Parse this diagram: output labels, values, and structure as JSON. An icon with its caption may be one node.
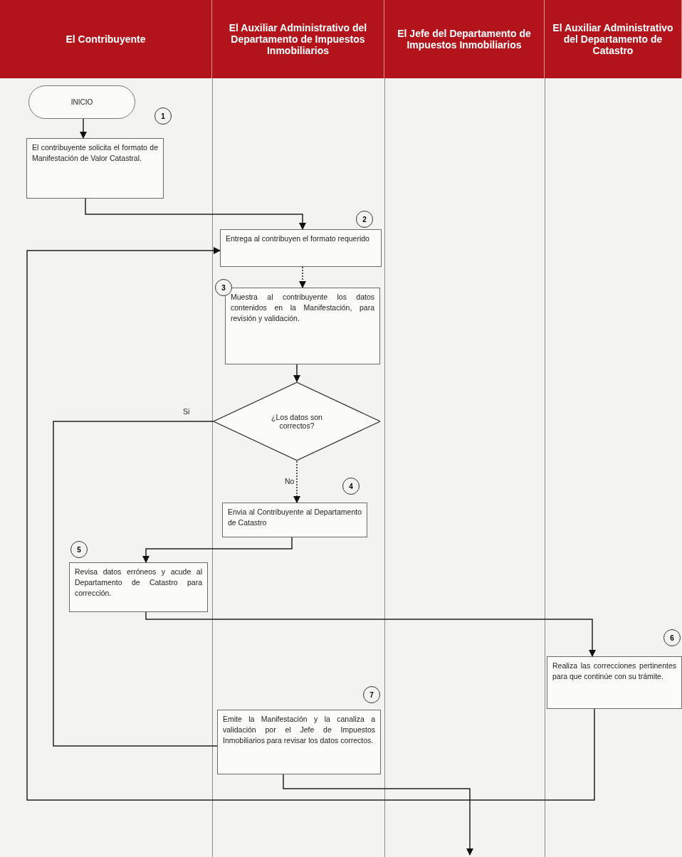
{
  "diagram": {
    "nodes": [
      {
        "text": [
          "El Contribuyente"
        ]
      },
      {
        "text": [
          "El Auxiliar Administrativo del Departamento de Impuestos Inmobiliarios"
        ]
      },
      {
        "text": [
          "El Jefe del Departamento de Impuestos Inmobiliarios"
        ]
      },
      {
        "text": [
          "El Auxiliar Administrativo del Departamento de Catastro"
        ]
      },
      {
        "text": [
          "INICIO"
        ]
      },
      {
        "text": [
          "El contribuyente solicita el formato de Manifestación de Valor Catastral."
        ],
        "beside": [
          "1"
        ]
      },
      {
        "text": [
          "Entrega al contribuyen el formato requerido"
        ],
        "beside": [
          "2"
        ]
      },
      {
        "text": [
          "Muestra al contribuyente los datos contenidos en la Manifestación, para revisión y validación."
        ],
        "beside": [
          "3"
        ]
      },
      {
        "text": [
          "¿Los datos son correctos?"
        ]
      },
      {
        "text": [
          "Envia al Contribuyente al Departamento de Catastro"
        ],
        "beside": [
          "4"
        ]
      },
      {
        "text": [
          "Revisa datos erróneos y acude al Departamento de Catastro para corrección."
        ],
        "beside": [
          "5"
        ]
      },
      {
        "text": [
          "Realiza las correcciones pertinentes para que continúe con su trámite."
        ],
        "beside": [
          "6"
        ]
      },
      {
        "text": [
          "Emite la Manifestación y la canaliza a validación por el Jefe de Impuestos Inmobiliarios para revisar los datos correctos."
        ],
        "beside": [
          "7"
        ]
      }
    ],
    "edges": [
      {
        "from": 4,
        "to": 5,
        "arrow": "to"
      },
      {
        "from": 5,
        "to": 6,
        "arrow": "to"
      },
      {
        "from": 6,
        "to": 7,
        "arrow": "to",
        "style": "dashed"
      },
      {
        "from": 7,
        "to": 8,
        "arrow": "to"
      },
      {
        "from": 8,
        "to": 12,
        "arrow": "none",
        "label": "Si"
      },
      {
        "from": 8,
        "to": 9,
        "arrow": "to",
        "style": "dashed",
        "label": "No"
      },
      {
        "from": 9,
        "to": 10,
        "arrow": "to"
      },
      {
        "from": 10,
        "to": 11,
        "arrow": "to"
      },
      {
        "from": 11,
        "to": 6,
        "arrow": "to"
      },
      {
        "from": 12,
        "to": null,
        "arrow": "to"
      }
    ]
  }
}
